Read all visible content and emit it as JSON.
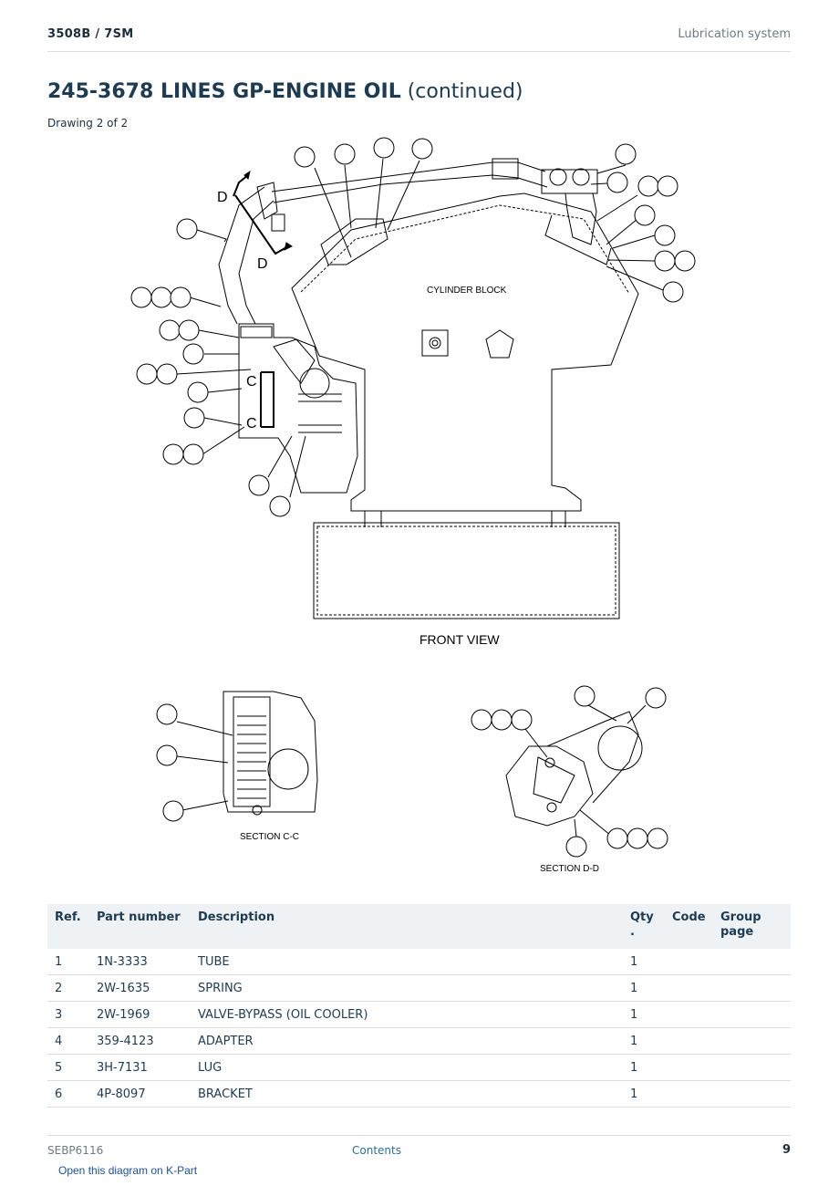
{
  "header": {
    "model": "3508B  /  7SM",
    "section": "Lubrication system"
  },
  "title": {
    "main": "245-3678 LINES GP-ENGINE OIL",
    "suffix": "(continued)"
  },
  "drawing_label": "Drawing 2 of 2",
  "diagram": {
    "cylinder_block_label": "CYLINDER BLOCK",
    "front_view_label": "FRONT VIEW",
    "section_c_label": "SECTION C-C",
    "section_d_label": "SECTION D-D",
    "marker_c": "C",
    "marker_d": "D"
  },
  "table": {
    "headers": {
      "ref": "Ref.",
      "part": "Part number",
      "desc": "Description",
      "qty": "Qty .",
      "code": "Code",
      "group": "Group page"
    },
    "rows": [
      {
        "ref": "1",
        "part": "1N-3333",
        "desc": "TUBE",
        "qty": "1",
        "code": "",
        "group": ""
      },
      {
        "ref": "2",
        "part": "2W-1635",
        "desc": "SPRING",
        "qty": "1",
        "code": "",
        "group": ""
      },
      {
        "ref": "3",
        "part": "2W-1969",
        "desc": "VALVE-BYPASS (OIL COOLER)",
        "qty": "1",
        "code": "",
        "group": ""
      },
      {
        "ref": "4",
        "part": "359-4123",
        "desc": "ADAPTER",
        "qty": "1",
        "code": "",
        "group": ""
      },
      {
        "ref": "5",
        "part": "3H-7131",
        "desc": "LUG",
        "qty": "1",
        "code": "",
        "group": ""
      },
      {
        "ref": "6",
        "part": "4P-8097",
        "desc": "BRACKET",
        "qty": "1",
        "code": "",
        "group": ""
      }
    ]
  },
  "footer": {
    "doc_id": "SEBP6116",
    "contents": "Contents",
    "page": "9",
    "kpart_link": "Open this diagram on K-Part"
  }
}
